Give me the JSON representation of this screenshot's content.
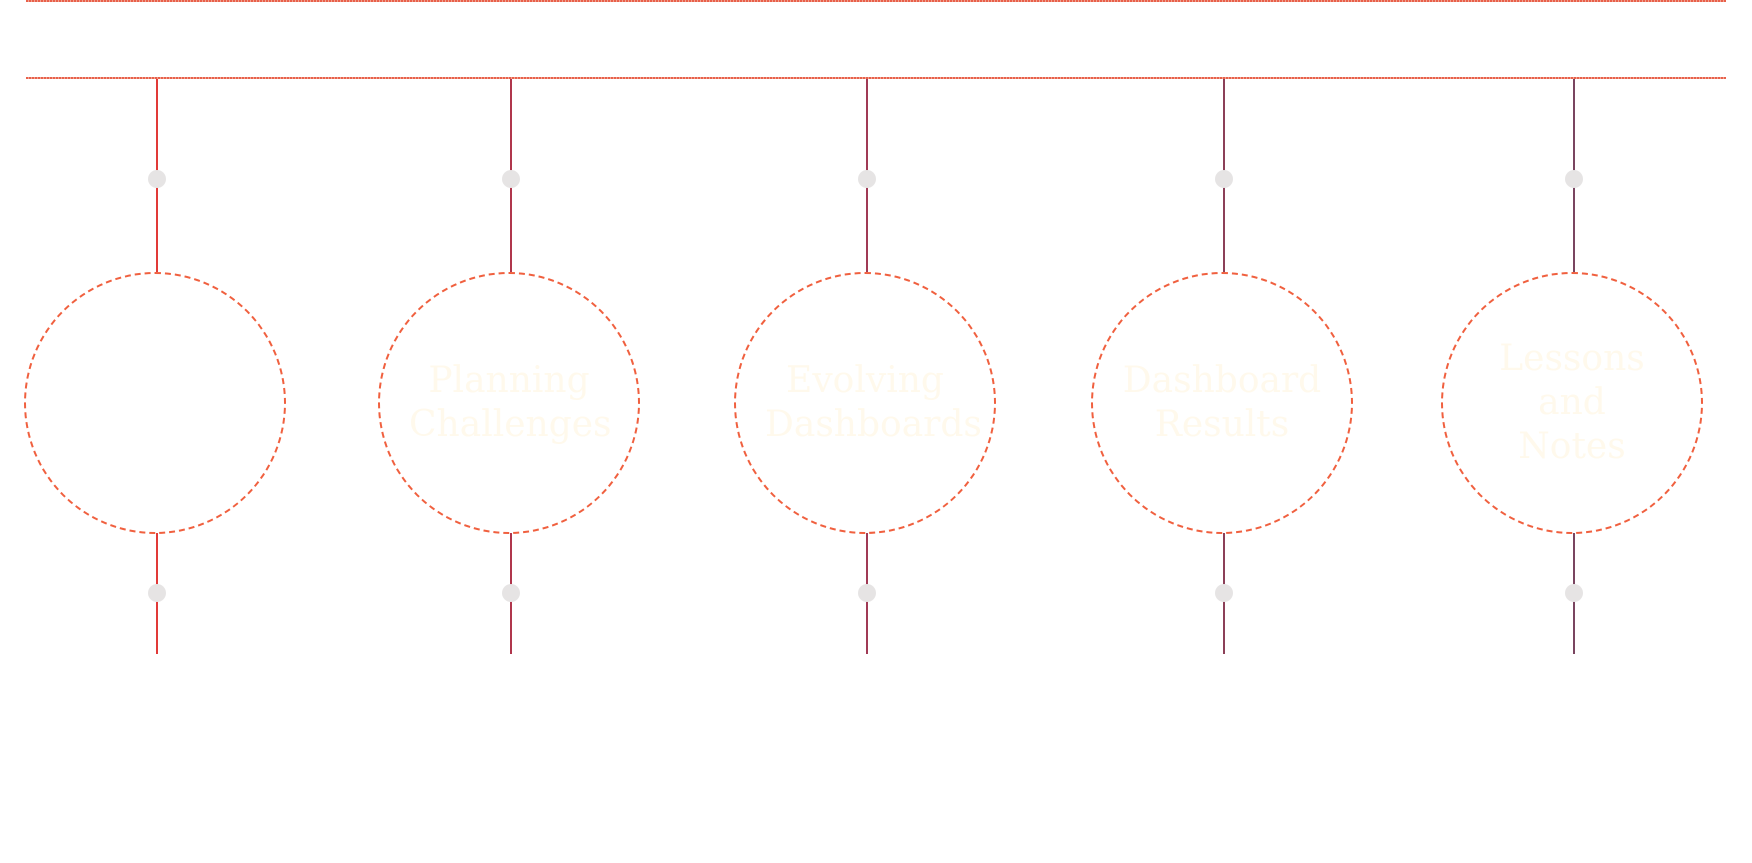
{
  "accent_color": "#f0603f",
  "dot_color": "#e6e4e4",
  "label_color": "#fff9ec",
  "nodes": [
    {
      "label": "",
      "stem_color": "#e13a38"
    },
    {
      "label": "Planning\nChallenges",
      "stem_color": "#b0364c"
    },
    {
      "label": "Evolving\nDashboards",
      "stem_color": "#a03a55"
    },
    {
      "label": "Dashboard\nResults",
      "stem_color": "#8c4058"
    },
    {
      "label": "Lessons\nand\nNotes",
      "stem_color": "#7a4560"
    }
  ]
}
